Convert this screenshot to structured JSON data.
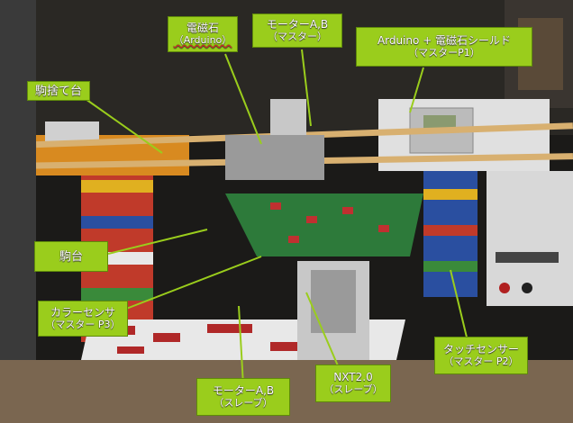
{
  "labels": {
    "electromagnet": {
      "line1": "電磁石",
      "line2": "（Arduino）"
    },
    "motor_master": {
      "line1": "モーターA,B",
      "line2": "（マスター）"
    },
    "shield": {
      "line1": "Arduino + 電磁石シールド",
      "line2": "（マスターP1）"
    },
    "koma_sutedai": {
      "line1": "駒捨て台"
    },
    "komadai": {
      "line1": "駒台"
    },
    "color_sensor": {
      "line1": "カラーセンサ",
      "line2": "（マスター P3）"
    },
    "touch_sensor": {
      "line1": "タッチセンサー",
      "line2": "（マスター P2）"
    },
    "motor_slave": {
      "line1": "モーターA,B",
      "line2": "（スレーブ）"
    },
    "nxt": {
      "line1": "NXT2.0",
      "line2": "（スレーブ）"
    }
  },
  "colors": {
    "label_fill": "#9acd1c",
    "label_text": "#ffffff",
    "leader_line": "#9acd1c"
  }
}
